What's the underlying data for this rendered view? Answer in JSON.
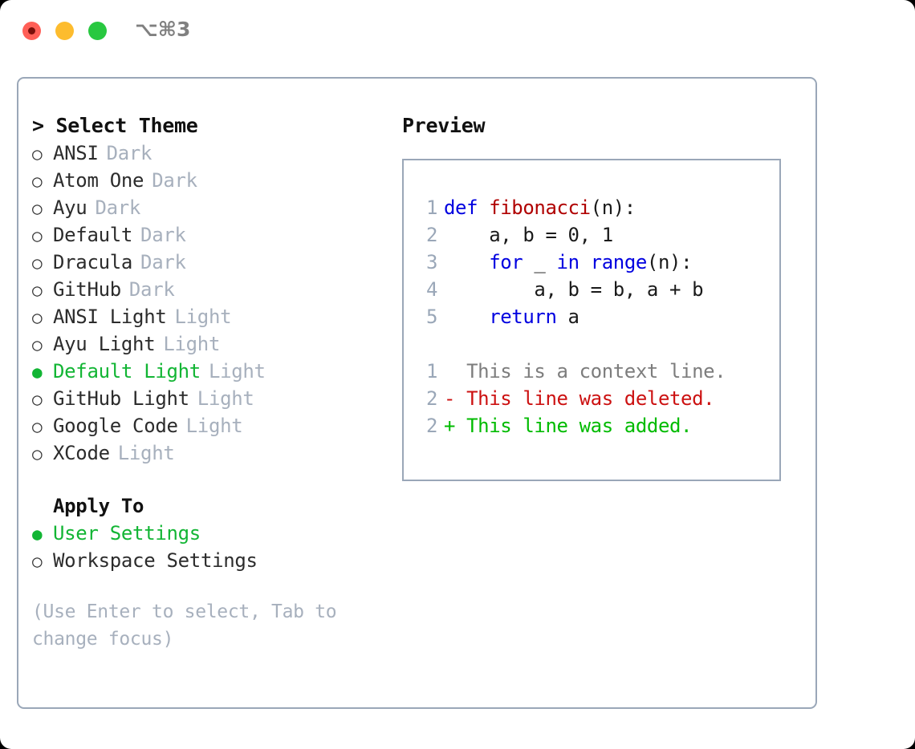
{
  "titlebar": {
    "shortcut": "⌥⌘3",
    "lights": [
      "close-red",
      "minimize-yellow",
      "zoom-green"
    ]
  },
  "left": {
    "header": "> Select Theme",
    "themes": [
      {
        "bullet": "○",
        "label": "ANSI",
        "tag": "Dark",
        "selected": false
      },
      {
        "bullet": "○",
        "label": "Atom One",
        "tag": "Dark",
        "selected": false
      },
      {
        "bullet": "○",
        "label": "Ayu",
        "tag": "Dark",
        "selected": false
      },
      {
        "bullet": "○",
        "label": "Default",
        "tag": "Dark",
        "selected": false
      },
      {
        "bullet": "○",
        "label": "Dracula",
        "tag": "Dark",
        "selected": false
      },
      {
        "bullet": "○",
        "label": "GitHub",
        "tag": "Dark",
        "selected": false
      },
      {
        "bullet": "○",
        "label": "ANSI Light",
        "tag": "Light",
        "selected": false
      },
      {
        "bullet": "○",
        "label": "Ayu Light",
        "tag": "Light",
        "selected": false
      },
      {
        "bullet": "●",
        "label": "Default Light",
        "tag": "Light",
        "selected": true
      },
      {
        "bullet": "○",
        "label": "GitHub Light",
        "tag": "Light",
        "selected": false
      },
      {
        "bullet": "○",
        "label": "Google Code",
        "tag": "Light",
        "selected": false
      },
      {
        "bullet": "○",
        "label": "XCode",
        "tag": "Light",
        "selected": false
      }
    ],
    "apply_to_header": "Apply To",
    "apply_to": [
      {
        "bullet": "●",
        "label": "User Settings",
        "selected": true
      },
      {
        "bullet": "○",
        "label": "Workspace Settings",
        "selected": false
      }
    ],
    "hint": "(Use Enter to select, Tab to change focus)"
  },
  "right": {
    "preview_title": "Preview",
    "code": [
      {
        "no": "1",
        "indent": "",
        "parts": [
          {
            "t": "def ",
            "c": "kw"
          },
          {
            "t": "fibonacci",
            "c": "fn"
          },
          {
            "t": "(n):",
            "c": "plain"
          }
        ]
      },
      {
        "no": "2",
        "indent": "    ",
        "parts": [
          {
            "t": "a, b = 0, 1",
            "c": "plain"
          }
        ]
      },
      {
        "no": "3",
        "indent": "    ",
        "parts": [
          {
            "t": "for",
            "c": "kw"
          },
          {
            "t": " _ ",
            "c": "plain"
          },
          {
            "t": "in ",
            "c": "kw"
          },
          {
            "t": "range",
            "c": "kw"
          },
          {
            "t": "(n):",
            "c": "plain"
          }
        ]
      },
      {
        "no": "4",
        "indent": "        ",
        "parts": [
          {
            "t": "a, b = b, a + b",
            "c": "plain"
          }
        ]
      },
      {
        "no": "5",
        "indent": "    ",
        "parts": [
          {
            "t": "return",
            "c": "kw"
          },
          {
            "t": " a",
            "c": "plain"
          }
        ]
      }
    ],
    "diff": [
      {
        "no": "1",
        "marker": "  ",
        "text": "This is a context line.",
        "kind": "context"
      },
      {
        "no": "2",
        "marker": "- ",
        "text": "This line was deleted.",
        "kind": "deleted"
      },
      {
        "no": "2",
        "marker": "+ ",
        "text": "This line was added.",
        "kind": "added"
      }
    ]
  },
  "colors": {
    "accent_green": "#12b534",
    "muted": "#a7b0bd",
    "border": "#9aa7b8",
    "keyword_blue": "#0000e0",
    "function_red": "#b00000",
    "diff_deleted": "#cc1111",
    "diff_added": "#00bb00",
    "light_red": "#ff5f57",
    "light_yellow": "#fdbc2e",
    "light_green": "#28c840"
  }
}
